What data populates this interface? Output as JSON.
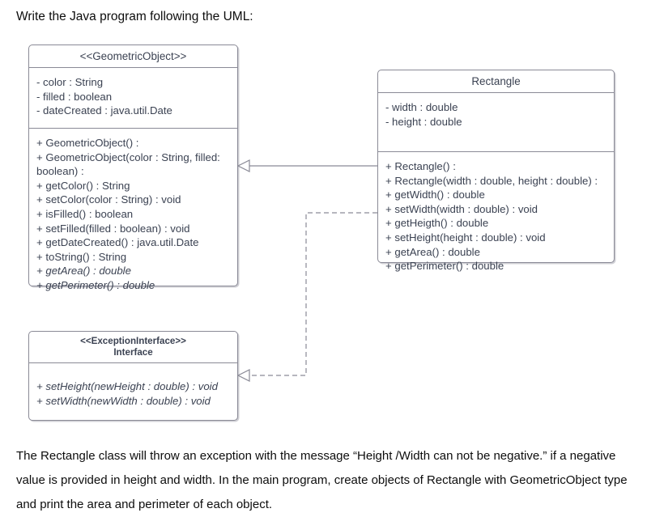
{
  "intro": {
    "text": "Write the Java program following the UML:"
  },
  "diagram": {
    "classes": {
      "geometric_object": {
        "title": "<<GeometricObject>>",
        "fields": [
          "- color : String",
          "- filled : boolean",
          "- dateCreated : java.util.Date"
        ],
        "methods": [
          {
            "text": "+ GeometricObject() :",
            "abstract": false
          },
          {
            "text": "+ GeometricObject(color : String, filled: boolean) :",
            "abstract": false
          },
          {
            "text": "+ getColor() : String",
            "abstract": false
          },
          {
            "text": "+ setColor(color : String) : void",
            "abstract": false
          },
          {
            "text": "+ isFilled() : boolean",
            "abstract": false
          },
          {
            "text": "+ setFilled(filled : boolean) : void",
            "abstract": false
          },
          {
            "text": "+ getDateCreated() : java.util.Date",
            "abstract": false
          },
          {
            "text": "+ toString() : String",
            "abstract": false
          },
          {
            "text": "+ getArea() : double",
            "abstract": true
          },
          {
            "text": "+ getPerimeter() : double",
            "abstract": true
          }
        ]
      },
      "rectangle": {
        "title": "Rectangle",
        "fields": [
          "- width : double",
          "- height : double"
        ],
        "methods": [
          {
            "text": "+ Rectangle() :",
            "abstract": false
          },
          {
            "text": "+ Rectangle(width : double, height : double) :",
            "abstract": false
          },
          {
            "text": "+ getWidth() : double",
            "abstract": false
          },
          {
            "text": "+ setWidth(width : double) : void",
            "abstract": false
          },
          {
            "text": "+ getHeigth() : double",
            "abstract": false
          },
          {
            "text": "+ setHeight(height : double) : void",
            "abstract": false
          },
          {
            "text": "+ getArea() : double",
            "abstract": false
          },
          {
            "text": "+ getPerimeter() : double",
            "abstract": false
          }
        ]
      },
      "exception_interface": {
        "title_line1": "<<ExceptionInterface>>",
        "title_line2": "Interface",
        "methods": [
          {
            "text": "+ setHeight(newHeight : double) : void",
            "abstract": true
          },
          {
            "text": "+ setWidth(newWidth : double) : void",
            "abstract": true
          }
        ]
      }
    },
    "relations": [
      {
        "name": "generalization",
        "from": "rectangle",
        "to": "geometric_object",
        "style": "solid",
        "arrow": "hollow-triangle"
      },
      {
        "name": "realization",
        "from": "rectangle",
        "to": "exception_interface",
        "style": "dashed",
        "arrow": "hollow-triangle"
      }
    ],
    "colors": {
      "border": "#8a8a96",
      "text": "#3b4252",
      "background": "#ffffff",
      "connector": "#8a8a96"
    }
  },
  "outro": {
    "text": "The Rectangle class will throw an exception with the message “Height /Width can not be negative.” if a negative value is provided in height and width. In the main program, create objects of Rectangle with GeometricObject type and print the area and perimeter of each object."
  }
}
